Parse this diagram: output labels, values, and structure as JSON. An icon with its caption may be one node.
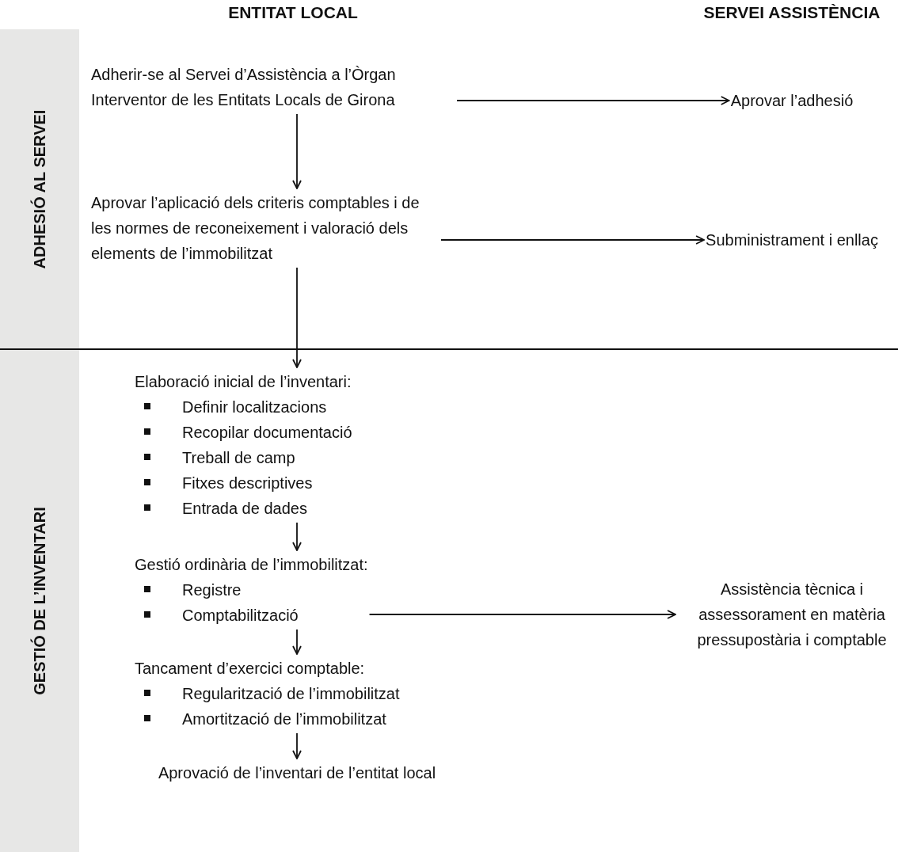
{
  "diagram": {
    "nodes": [
      {
        "text": [
          "ADHESIÓ AL SERVEI"
        ]
      },
      {
        "text": [
          "Adherir-se al Servei d’Assistència a l’Òrgan Interventor de les Entitats Locals de Girona"
        ],
        "in": 0
      },
      {
        "text": [
          "Aprovar l’adhesió"
        ],
        "in": 0
      },
      {
        "text": [
          "Aprovar l’aplicació dels criteris comptables i de les normes de reconeixement i valoració dels elements de l’immobilitzat"
        ],
        "in": 0
      },
      {
        "text": [
          "Subministrament i enllaç"
        ],
        "in": 0
      },
      {
        "text": [
          "GESTIÓ DE L’INVENTARI"
        ]
      },
      {
        "text": [
          "Elaboració inicial de l’inventari:",
          "Definir localitzacions",
          "Recopilar documentació",
          "Treball de camp",
          "Fitxes descriptives",
          "Entrada de dades"
        ],
        "in": 5
      },
      {
        "text": [
          "Gestió ordinària de l’immobilitzat:",
          "Registre",
          "Comptabilització"
        ],
        "in": 5
      },
      {
        "text": [
          "Tancament d’exercici comptable:",
          "Regularització de l’immobilitzat",
          "Amortització de l’immobilitzat"
        ],
        "in": 5
      },
      {
        "text": [
          "Aprovació de l’inventari de l’entitat local"
        ],
        "in": 5
      },
      {
        "text": [
          "Assistència tècnica i assessorament en matèria pressupostària i comptable"
        ],
        "in": 5
      }
    ],
    "edges": [
      {
        "from": 1,
        "to": 2,
        "arrow": "to"
      },
      {
        "from": 1,
        "to": 3,
        "arrow": "to"
      },
      {
        "from": 3,
        "to": 4,
        "arrow": "to"
      },
      {
        "from": 3,
        "to": 6,
        "arrow": "to"
      },
      {
        "from": 6,
        "to": 7,
        "arrow": "to"
      },
      {
        "from": 7,
        "to": 8,
        "arrow": "to"
      },
      {
        "from": 8,
        "to": 9,
        "arrow": "to"
      },
      {
        "from": 7,
        "to": 10,
        "arrow": "to"
      }
    ],
    "labels": [
      "ENTITAT LOCAL",
      "SERVEI ASSISTÈNCIA"
    ]
  }
}
